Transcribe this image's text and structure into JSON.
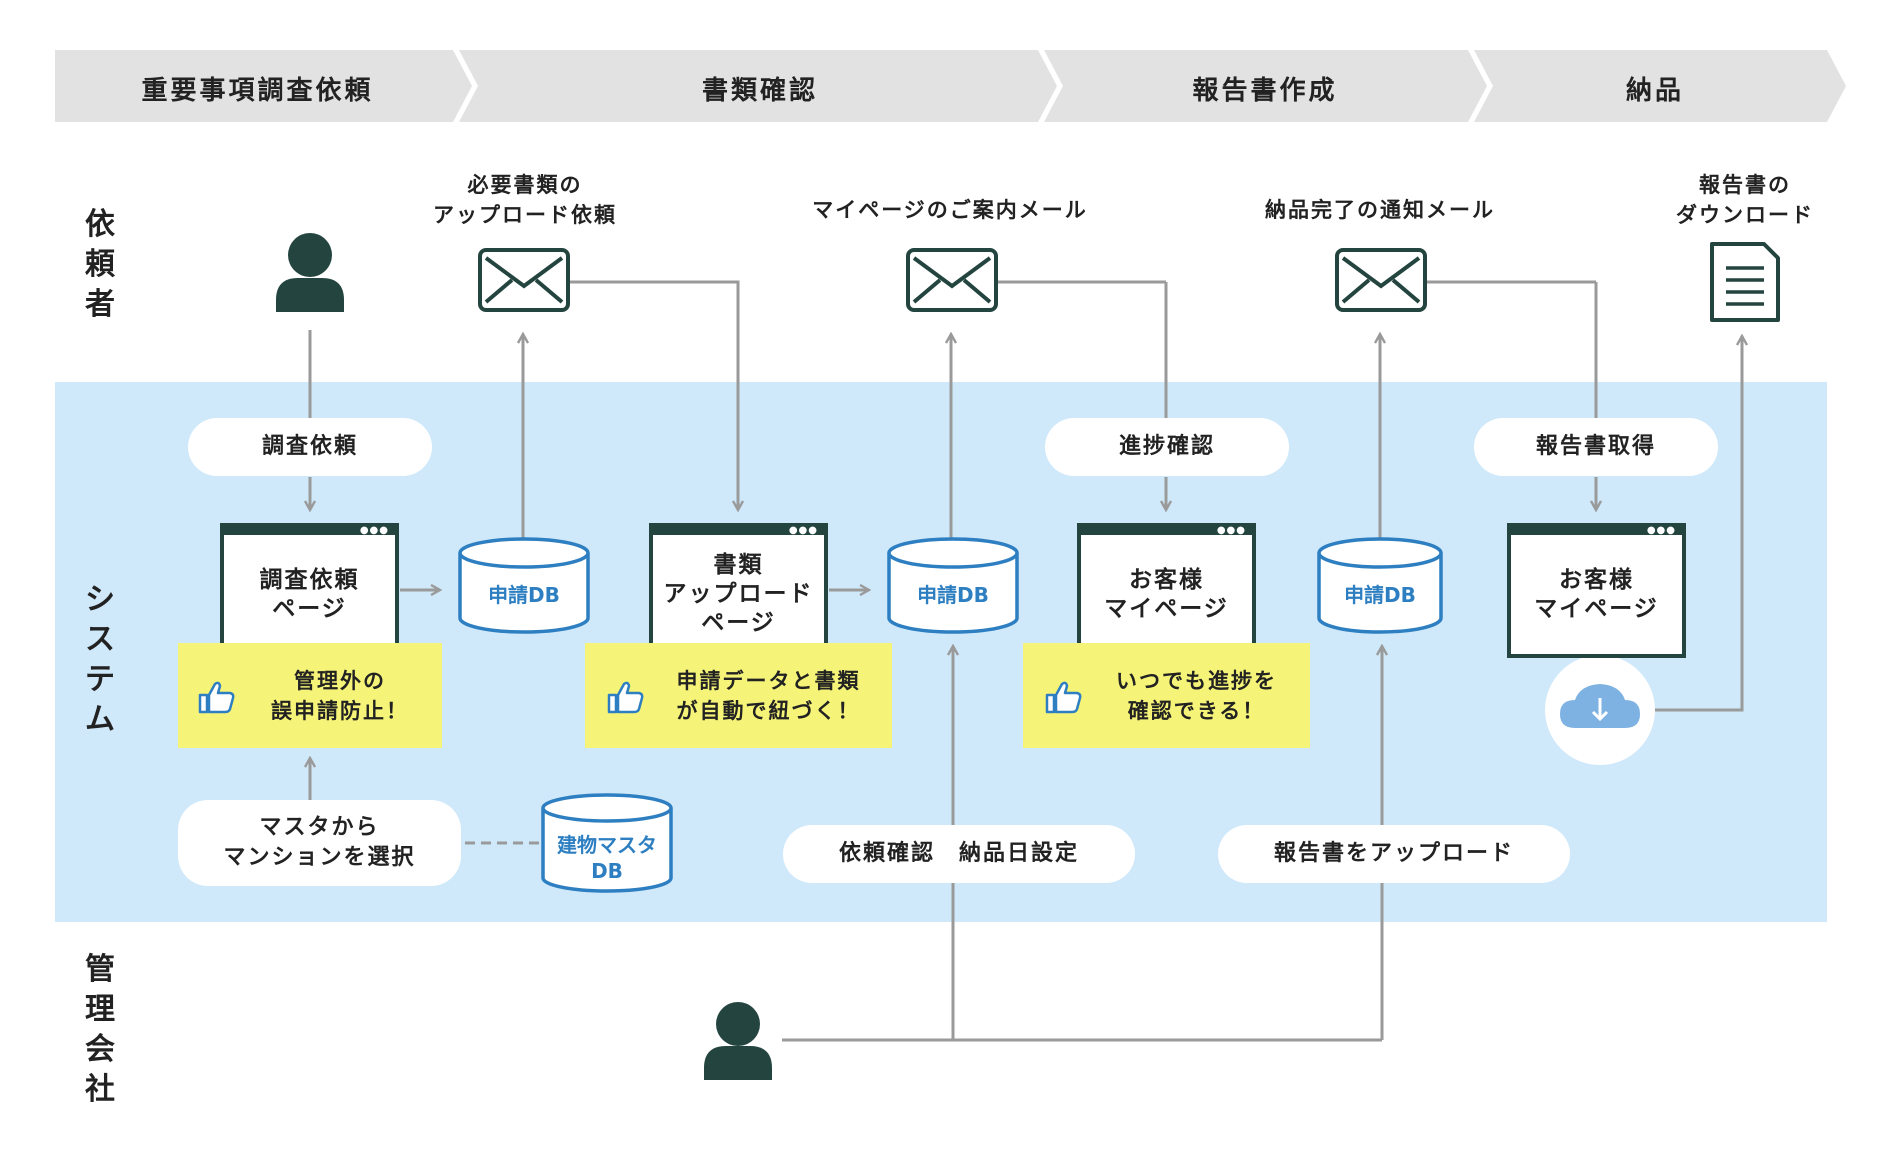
{
  "phases": [
    "重要事項調査依頼",
    "書類確認",
    "報告書作成",
    "納品"
  ],
  "lanes": {
    "requester": "依\n頼\n者",
    "system": "シ\nス\nテ\nム",
    "management": "管\n理\n会\n社"
  },
  "captions": {
    "upload_request": "必要書類の\nアップロード依頼",
    "mypage_mail": "マイページのご案内メール",
    "delivery_mail": "納品完了の通知メール",
    "report_download": "報告書の\nダウンロード"
  },
  "pills": {
    "survey_request": "調査依頼",
    "progress_check": "進捗確認",
    "report_get": "報告書取得",
    "select_master": "マスタから\nマンションを選択",
    "confirm_delivery": "依頼確認　納品日設定",
    "upload_report": "報告書をアップロード"
  },
  "pages": {
    "survey_page": "調査依頼\nページ",
    "upload_page": "書類\nアップロード\nページ",
    "mypage_1": "お客様\nマイページ",
    "mypage_2": "お客様\nマイページ"
  },
  "databases": {
    "db1": "申請DB",
    "db2": "申請DB",
    "db3": "申請DB",
    "master_db": "建物マスタ\nDB"
  },
  "notes": {
    "note1": "管理外の\n誤申請防止！",
    "note2": "申請データと書類\nが自動で紐づく！",
    "note3": "いつでも進捗を\n確認できる！"
  },
  "icons": {
    "person": "person-icon",
    "mail": "mail-icon",
    "document": "document-icon",
    "thumbs_up": "thumbs-up-icon",
    "cloud_download": "cloud-download-icon"
  },
  "colors": {
    "phase_bar": "#e2e2e2",
    "system_band": "#cfe9fb",
    "dark_icon": "#24453f",
    "db_blue": "#2d7fc1",
    "note_yellow": "#f6f478",
    "arrow_gray": "#9a9a9a"
  }
}
